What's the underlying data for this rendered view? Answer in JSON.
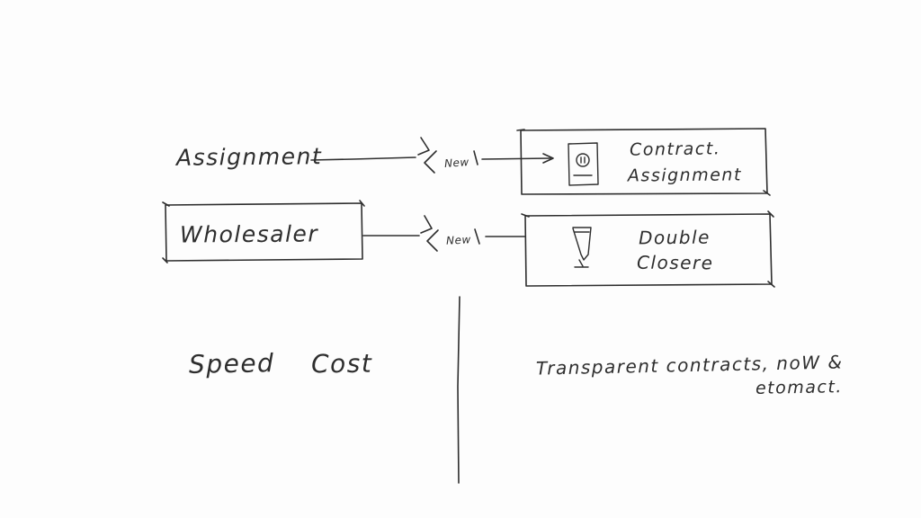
{
  "diagram": {
    "assignment_label": "Assignment",
    "wholesaler_label": "Wholesaler",
    "contract_box": {
      "line1": "Contract.",
      "line2": "Assignment"
    },
    "double_box": {
      "line1": "Double",
      "line2": "Closere"
    },
    "arrow1_note": "New",
    "arrow2_note": "New",
    "speed_label": "Speed",
    "cost_label": "Cost",
    "bottom_note_line1": "Transparent contracts, noW &",
    "bottom_note_line2": "etomact.",
    "colors": {
      "ink": "#2e2e2e",
      "background": "#fdfdfd"
    }
  }
}
